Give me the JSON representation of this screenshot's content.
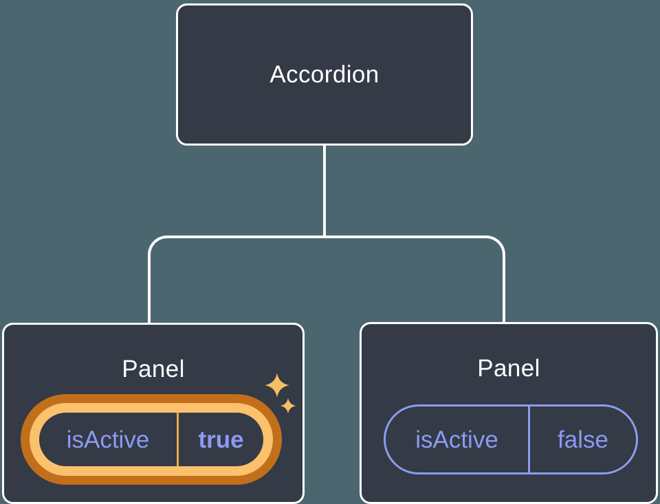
{
  "diagram": {
    "root": {
      "label": "Accordion"
    },
    "children": [
      {
        "label": "Panel",
        "prop_name": "isActive",
        "prop_value": "true",
        "state": "active",
        "highlighted": true
      },
      {
        "label": "Panel",
        "prop_name": "isActive",
        "prop_value": "false",
        "state": "inactive",
        "highlighted": false
      }
    ]
  },
  "icons": {
    "sparkles": "sparkles-icon"
  },
  "colors": {
    "background": "#4C666F",
    "node_fill": "#343A46",
    "node_border": "#FFFFFF",
    "text_primary": "#FFFFFF",
    "prop_text": "#8B9AF3",
    "pill_border_inactive": "#8C9CF3",
    "highlight_outer": "#C26F1B",
    "highlight_inner": "#FBC16C",
    "highlight_divider": "#E8A953",
    "sparkle": "#F8BE63"
  }
}
